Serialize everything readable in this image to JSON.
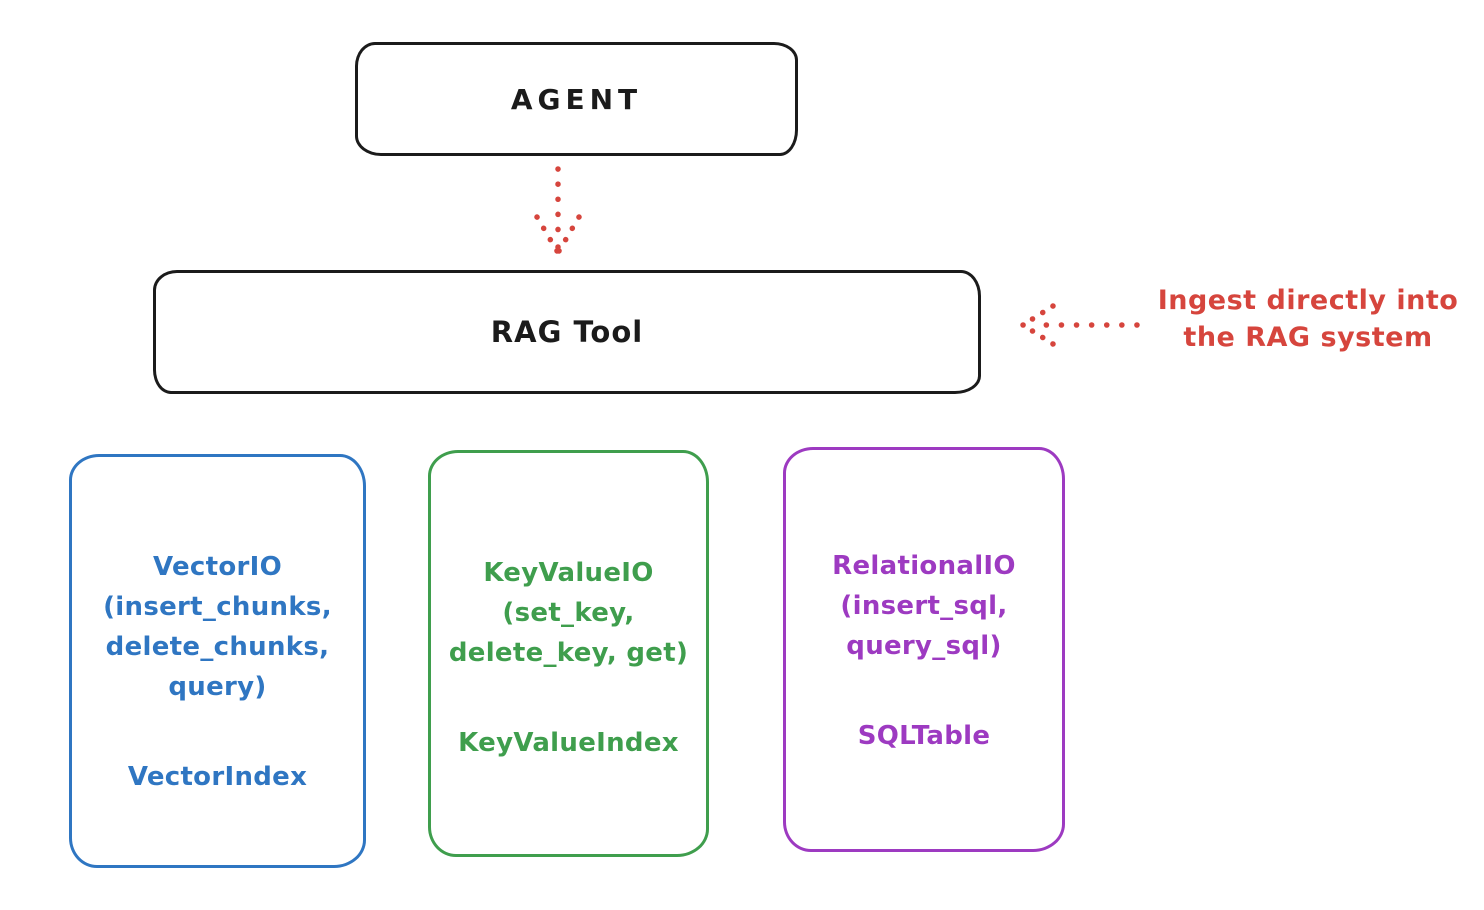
{
  "diagram": {
    "agent": {
      "label": "AGENT"
    },
    "rag_tool": {
      "label": "RAG Tool"
    },
    "annotation": {
      "line1": "Ingest directly into",
      "line2": "the RAG system"
    },
    "backends": [
      {
        "lines": [
          "VectorIO",
          "(insert_chunks,",
          "delete_chunks,",
          "query)"
        ],
        "index": "VectorIndex",
        "color": "#2f76c2"
      },
      {
        "lines": [
          "KeyValueIO",
          "(set_key,",
          "delete_key, get)"
        ],
        "index": "KeyValueIndex",
        "color": "#3f9e4d"
      },
      {
        "lines": [
          "RelationalIO",
          "(insert_sql,",
          "query_sql)"
        ],
        "index": "SQLTable",
        "color": "#9d3ac1"
      }
    ],
    "colors": {
      "stroke_black": "#1b1b1b",
      "accent_red": "#d6453d"
    }
  }
}
